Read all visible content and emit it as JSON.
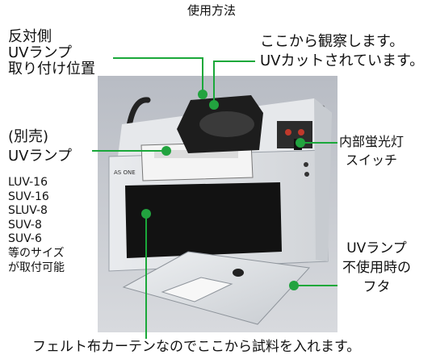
{
  "title": "使用方法",
  "labels": {
    "lamp_position": [
      "反対側",
      "UVランプ",
      "取り付け位置"
    ],
    "observe": [
      "ここから観察します。",
      "UVカットされています。"
    ],
    "uv_lamp": [
      "(別売)",
      "UVランプ"
    ],
    "models": [
      "LUV-16",
      "SUV-16",
      "SLUV-8",
      "SUV-8",
      "SUV-6",
      "等のサイズ",
      "が取付可能"
    ],
    "switch": [
      "内部蛍光灯",
      "スイッチ"
    ],
    "lid": [
      "UVランプ",
      "不使用時の",
      "フタ"
    ],
    "curtain": "フェルト布カーテンなのでここから試料を入れます。"
  },
  "device": {
    "brand": "AS ONE"
  },
  "colors": {
    "callout": "#1aa83a",
    "background": "#ffffff"
  }
}
